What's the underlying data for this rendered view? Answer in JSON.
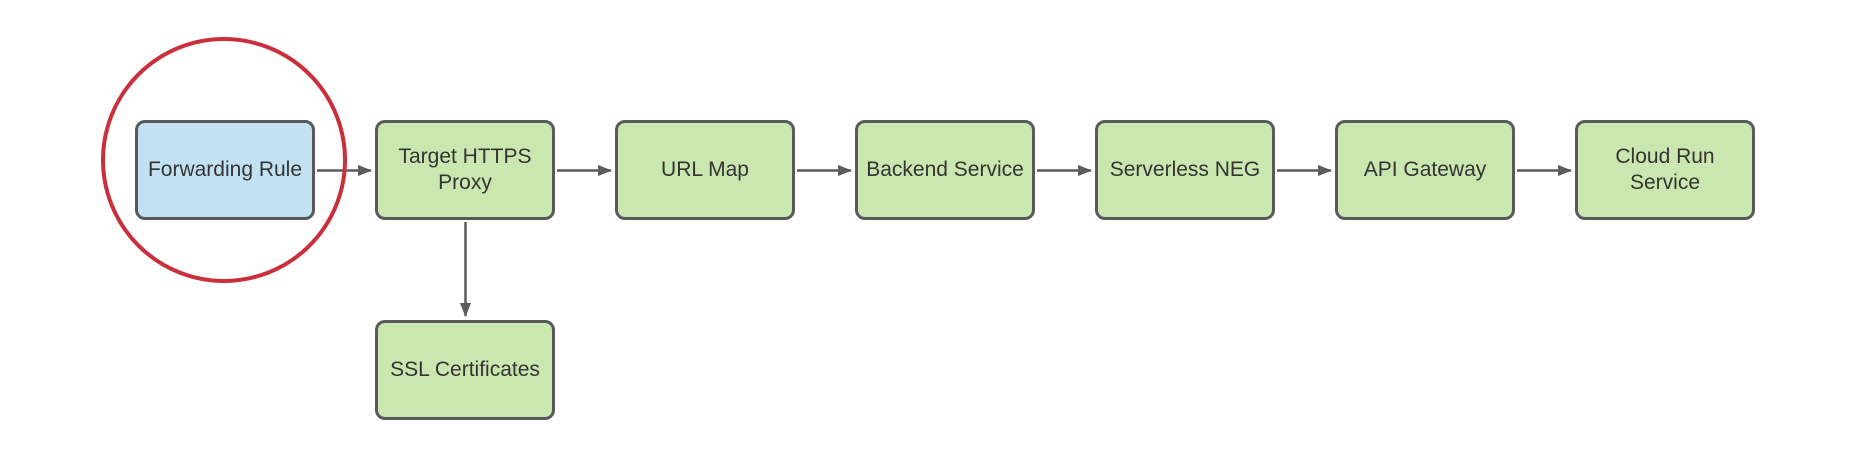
{
  "diagram": {
    "type": "flowchart",
    "nodes": [
      {
        "id": "forwarding-rule",
        "label": "Forwarding Rule",
        "fill": "#c2e2f3",
        "highlighted": true
      },
      {
        "id": "target-https-proxy",
        "label": "Target HTTPS\nProxy",
        "fill": "#c9e7ae",
        "highlighted": false
      },
      {
        "id": "url-map",
        "label": "URL Map",
        "fill": "#c9e7ae",
        "highlighted": false
      },
      {
        "id": "backend-service",
        "label": "Backend Service",
        "fill": "#c9e7ae",
        "highlighted": false
      },
      {
        "id": "serverless-neg",
        "label": "Serverless NEG",
        "fill": "#c9e7ae",
        "highlighted": false
      },
      {
        "id": "api-gateway",
        "label": "API Gateway",
        "fill": "#c9e7ae",
        "highlighted": false
      },
      {
        "id": "cloud-run-service",
        "label": "Cloud Run\nService",
        "fill": "#c9e7ae",
        "highlighted": false
      },
      {
        "id": "ssl-certificates",
        "label": "SSL Certificates",
        "fill": "#c9e7ae",
        "highlighted": false
      }
    ],
    "edges": [
      {
        "from": "forwarding-rule",
        "to": "target-https-proxy",
        "direction": "right"
      },
      {
        "from": "target-https-proxy",
        "to": "url-map",
        "direction": "right"
      },
      {
        "from": "url-map",
        "to": "backend-service",
        "direction": "right"
      },
      {
        "from": "backend-service",
        "to": "serverless-neg",
        "direction": "right"
      },
      {
        "from": "serverless-neg",
        "to": "api-gateway",
        "direction": "right"
      },
      {
        "from": "api-gateway",
        "to": "cloud-run-service",
        "direction": "right"
      },
      {
        "from": "target-https-proxy",
        "to": "ssl-certificates",
        "direction": "down"
      }
    ],
    "annotation": {
      "shape": "ellipse",
      "around": "forwarding-rule",
      "color": "#c9303c"
    }
  },
  "colors": {
    "canvas_bg": "#ffffff",
    "node_green": "#c9e7ae",
    "node_blue": "#c2e2f3",
    "node_border": "#58595b",
    "connector": "#5b5b5b",
    "annotation_red": "#c9303c",
    "label_text": "#343434"
  }
}
